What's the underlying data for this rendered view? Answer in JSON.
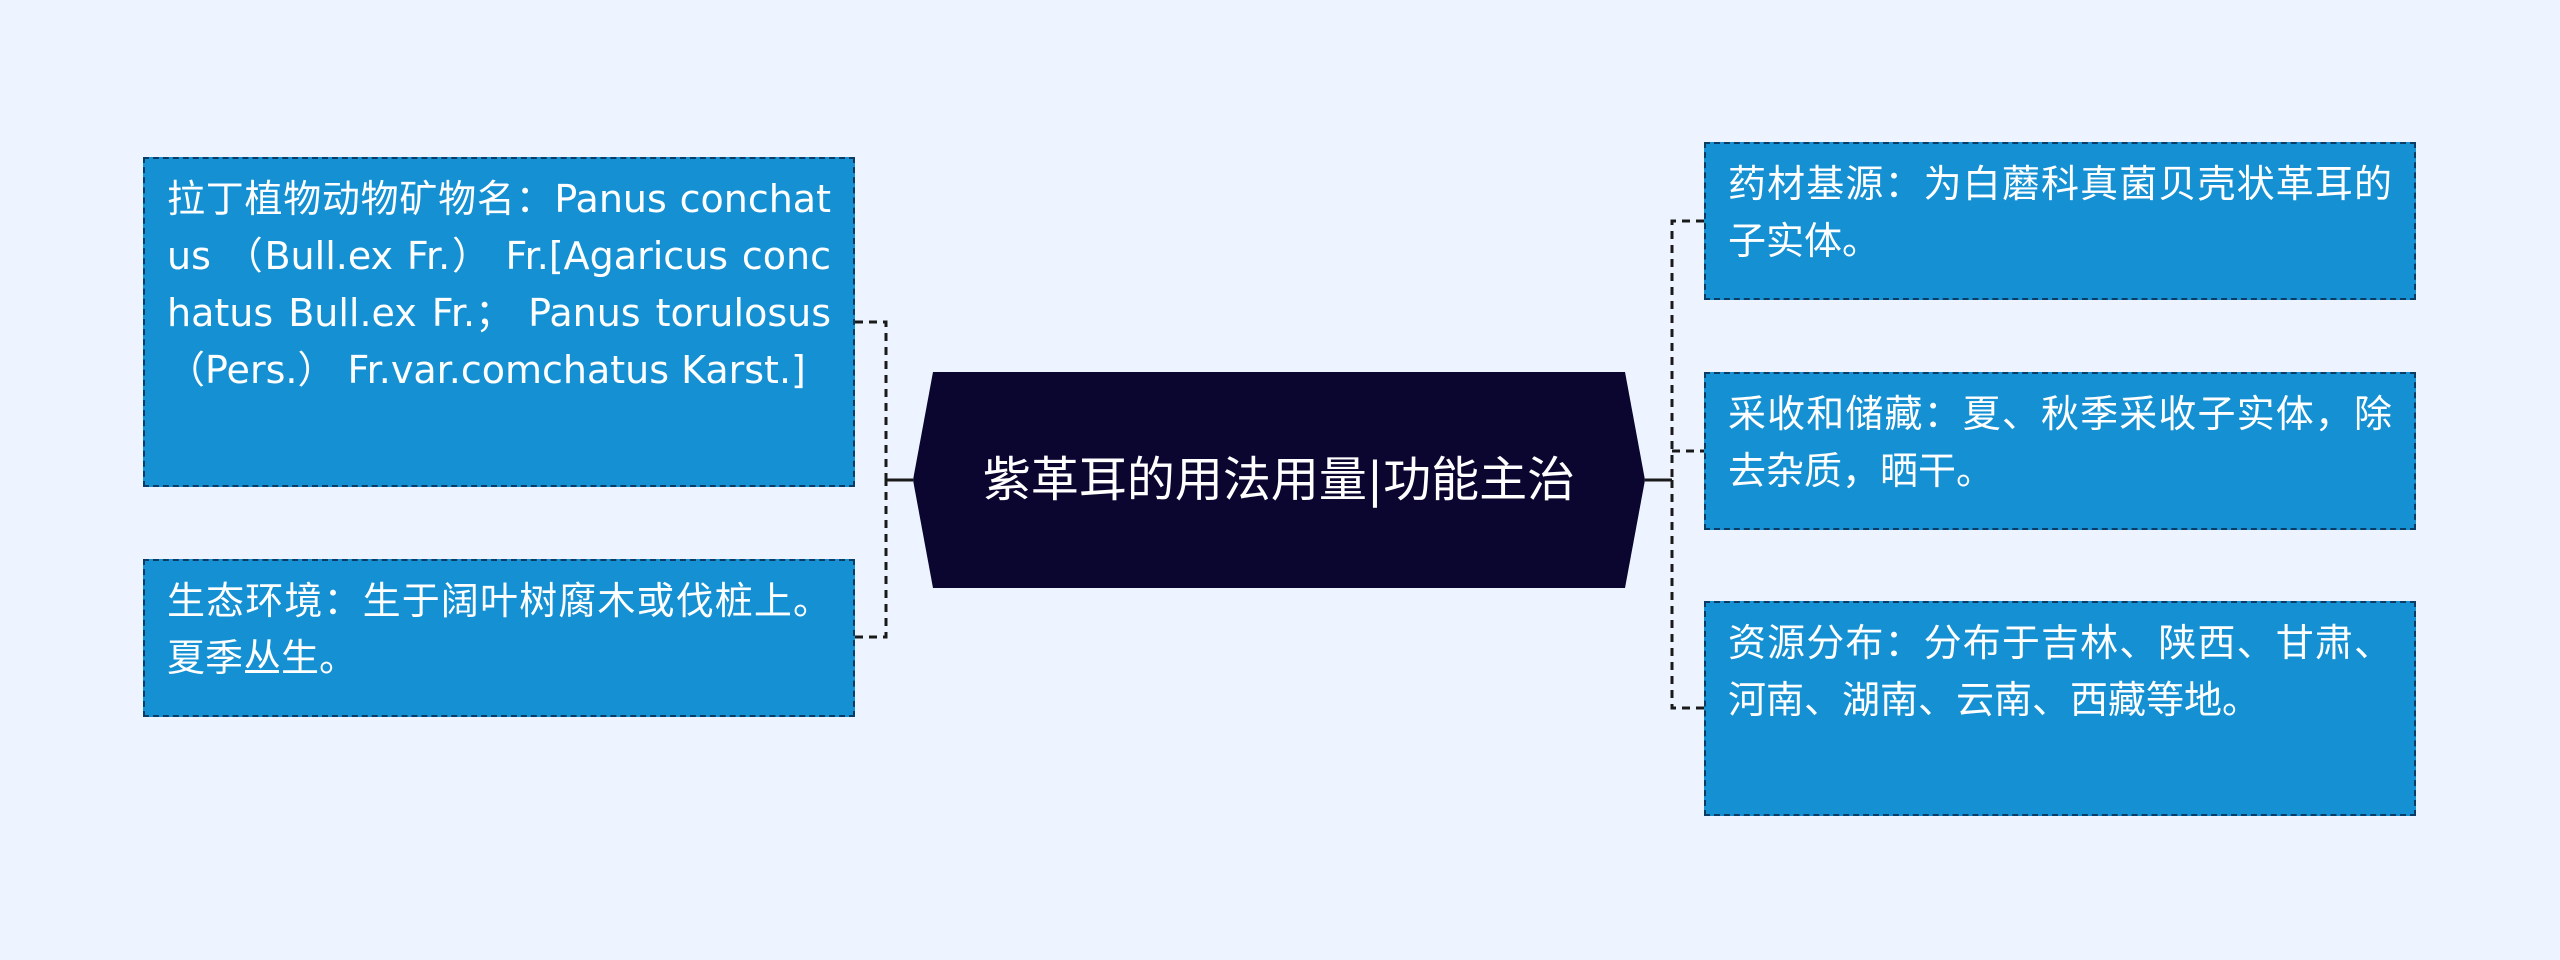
{
  "center": {
    "title": "紫革耳的用法用量|功能主治"
  },
  "left_nodes": [
    {
      "text": "拉丁植物动物矿物名：Panus conchatus （Bull.ex Fr.） Fr.[Agaricus conchatus Bull.ex Fr.； Panus torulosus （Pers.） Fr.var.comchatus Karst.]"
    },
    {
      "text": "生态环境：生于阔叶树腐木或伐桩上。夏季丛生。"
    }
  ],
  "right_nodes": [
    {
      "text": "药材基源：为白蘑科真菌贝壳状革耳的子实体。"
    },
    {
      "text": "采收和储藏：夏、秋季采收子实体，除去杂质，晒干。"
    },
    {
      "text": "资源分布：分布于吉林、陕西、甘肃、河南、湖南、云南、西藏等地。"
    }
  ],
  "colors": {
    "background": "#eef4ff",
    "node_fill": "#1591d3",
    "node_border": "#0b3c66",
    "center_fill": "#0b0630",
    "connector": "#1a1a1a"
  }
}
